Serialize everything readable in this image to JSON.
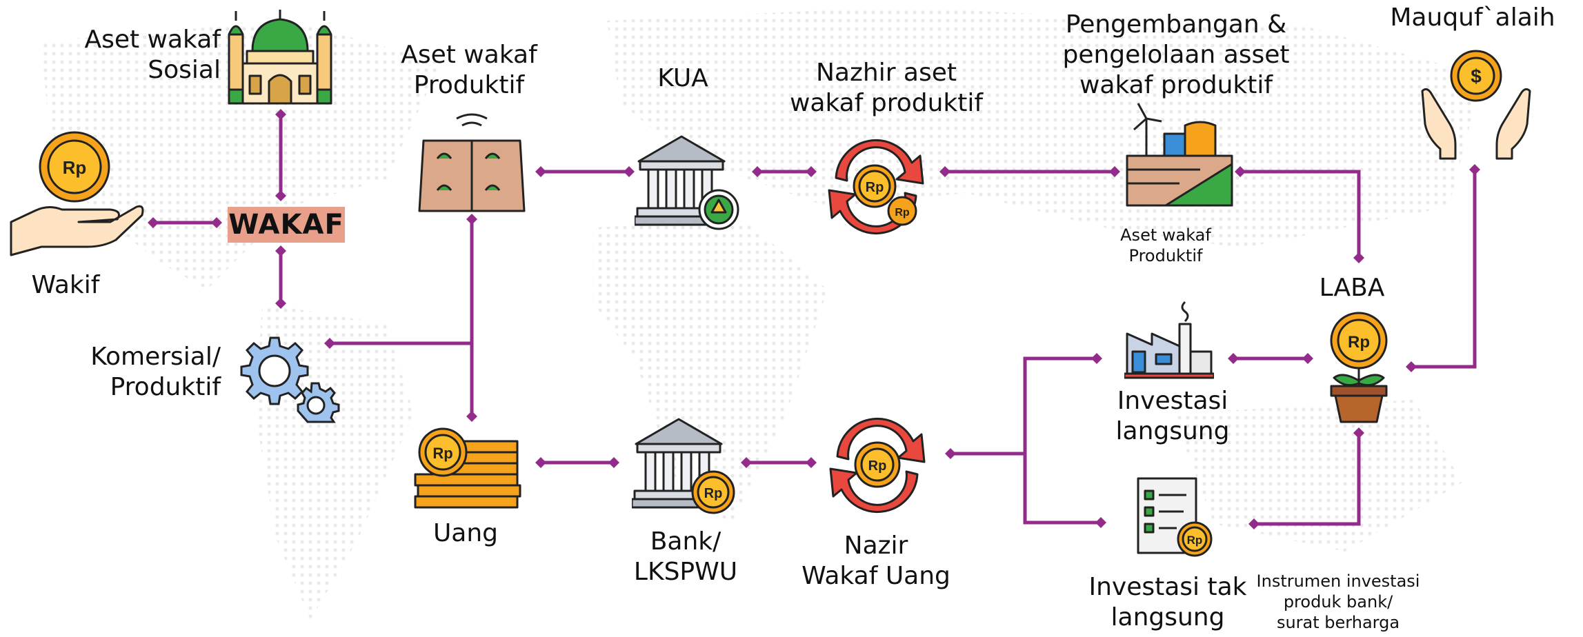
{
  "colors": {
    "connector": "#922b8a",
    "coin": "#f7a21b",
    "wakaf_box": "#e8a08a"
  },
  "nodes": {
    "aset_sosial": "Aset wakaf\nSosial",
    "wakif": "Wakif",
    "wakaf": "WAKAF",
    "komersial": "Komersial/\nProduktif",
    "aset_produktif": "Aset wakaf\nProduktif",
    "kua": "KUA",
    "nazhir": "Nazhir aset\nwakaf produktif",
    "pengembangan": "Pengembangan &\npengelolaan asset\nwakaf produktif",
    "aset_produktif_small": "Aset wakaf\nProduktif",
    "mauquf": "Mauquf`alaih",
    "laba": "LABA",
    "uang": "Uang",
    "bank": "Bank/\nLKSPWU",
    "nazir_uang": "Nazir\nWakaf Uang",
    "investasi_langsung": "Investasi\nlangsung",
    "investasi_tak": "Investasi tak\nlangsung",
    "instrumen": "Instrumen investasi\nproduk bank/\nsurat  berharga"
  },
  "icons": {
    "coin_text": "Rp",
    "dollar": "$",
    "names": [
      "mosque-icon",
      "coin-hand-icon",
      "gears-icon",
      "farmland-icon",
      "bank-icon",
      "cycle-coin-icon",
      "farm-windmill-icon",
      "hands-coin-icon",
      "factory-icon",
      "money-plant-icon",
      "coin-stack-icon",
      "document-checklist-icon"
    ]
  }
}
